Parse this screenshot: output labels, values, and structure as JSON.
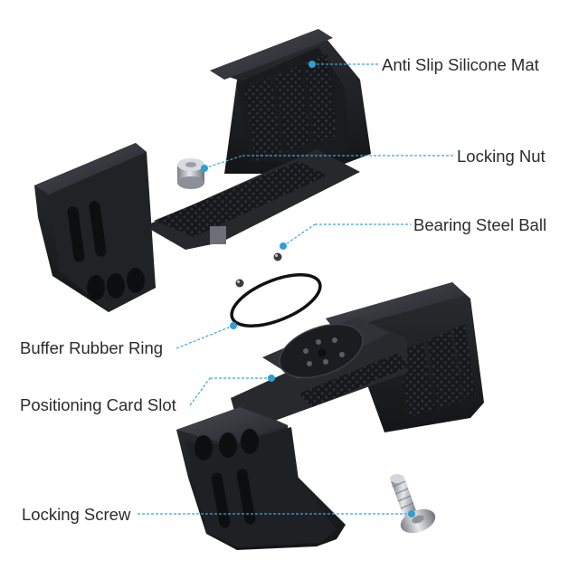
{
  "labels": {
    "anti_slip_silicone_mat": "Anti Slip Silicone Mat",
    "locking_nut": "Locking Nut",
    "bearing_steel_ball": "Bearing Steel Ball",
    "buffer_rubber_ring": "Buffer Rubber Ring",
    "positioning_card_slot": "Positioning Card Slot",
    "locking_screw": "Locking Screw"
  },
  "colors": {
    "callout_line": "#3aa6d6",
    "callout_dot": "#2f9fd5",
    "metal_dark": "#1c1d20",
    "metal_mid": "#2b2d31",
    "metal_light": "#45484e",
    "silicone": "#121315",
    "steel": "#bfc3c8",
    "label_text": "#2b2b2b"
  }
}
